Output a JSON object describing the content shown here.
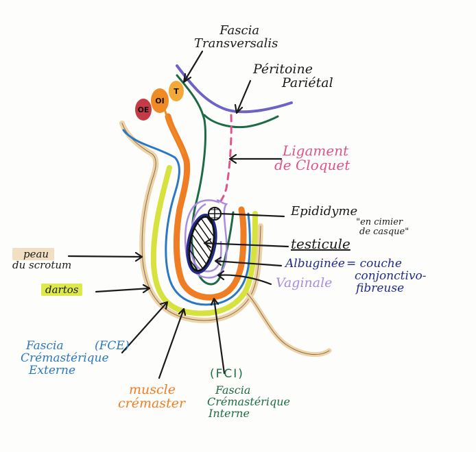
{
  "diagram": {
    "colors": {
      "peritoine": "#6d63c4",
      "fascia_transversalis": "#1e6a44",
      "cloquet": "#e0538a",
      "oblique_externe": "#c43a46",
      "oblique_interne": "#ef8a24",
      "transverse": "#f2a93a",
      "skin": "#ecd3a8",
      "dartos": "#d7e23e",
      "fce": "#2a77c4",
      "cremaster": "#ef7d24",
      "fci": "#1e6a44",
      "vaginale": "#a98bdf",
      "albuginee": "#1f2a8c",
      "arrow": "#1a1a1a"
    },
    "muscle_tags": [
      {
        "id": "oe",
        "label": "OE"
      },
      {
        "id": "oi",
        "label": "OI"
      },
      {
        "id": "t",
        "label": "T"
      }
    ],
    "labels": {
      "fascia_transversalis": [
        "Fascia",
        "Transversalis"
      ],
      "peritoine_parietal": [
        "Péritoine",
        "Pariétal"
      ],
      "ligament_cloquet": [
        "Ligament",
        "de Cloquet"
      ],
      "epididyme": "Epididyme",
      "epididyme_note": [
        "\"en cimier",
        "de casque\""
      ],
      "testicule": "testicule",
      "albuginee": "Albuginée",
      "albuginee_def": [
        "= couche",
        "conjonctivo-",
        "fibreuse"
      ],
      "vaginale": "Vaginale",
      "peau": "peau",
      "peau_suffix": "du scrotum",
      "dartos": "dartos",
      "fce_abbr": "(FCE)",
      "fce": [
        "Fascia",
        "Crémastérique",
        "Externe"
      ],
      "cremaster": [
        "muscle",
        "crémaster"
      ],
      "fci_abbr": "(FCI)",
      "fci": [
        "Fascia",
        "Crémastérique",
        "Interne"
      ]
    }
  }
}
